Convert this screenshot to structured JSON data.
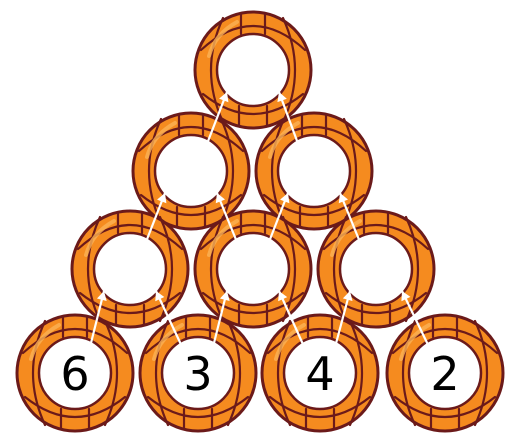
{
  "colors": {
    "ball_fill": "#f58b1f",
    "ball_light": "#fbb255",
    "ball_outline": "#6b1a1a",
    "circle_fill": "#ffffff",
    "arrow": "#ffffff"
  },
  "rows": [
    {
      "cells": [
        {
          "value": ""
        }
      ]
    },
    {
      "cells": [
        {
          "value": ""
        },
        {
          "value": ""
        }
      ]
    },
    {
      "cells": [
        {
          "value": ""
        },
        {
          "value": ""
        },
        {
          "value": ""
        }
      ]
    },
    {
      "cells": [
        {
          "value": "6"
        },
        {
          "value": "3"
        },
        {
          "value": "4"
        },
        {
          "value": "2"
        }
      ]
    }
  ],
  "icons": {
    "ball": "basketball-icon",
    "arrow": "arrow-up-icon"
  }
}
